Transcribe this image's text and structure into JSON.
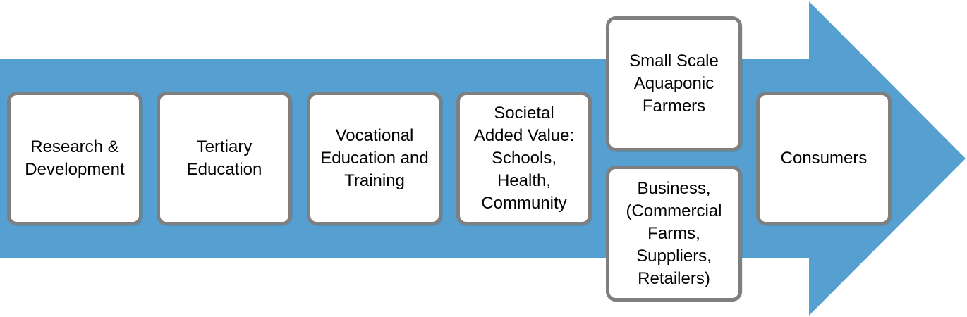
{
  "colors": {
    "arrow_fill": "#55a0d0",
    "box_border": "#7f7f7f",
    "box_fill": "#ffffff",
    "text": "#000000"
  },
  "stages": [
    {
      "id": "research",
      "label": "Research &\nDevelopment"
    },
    {
      "id": "tertiary",
      "label": "Tertiary\nEducation"
    },
    {
      "id": "vocational",
      "label": "Vocational\nEducation and\nTraining"
    },
    {
      "id": "societal",
      "label": "Societal\nAdded Value:\nSchools,\nHealth,\nCommunity"
    },
    {
      "id": "farmers",
      "label": "Small Scale\nAquaponic\nFarmers"
    },
    {
      "id": "business",
      "label": "Business,\n(Commercial\nFarms,\nSuppliers,\nRetailers)"
    },
    {
      "id": "consumers",
      "label": "Consumers"
    }
  ]
}
